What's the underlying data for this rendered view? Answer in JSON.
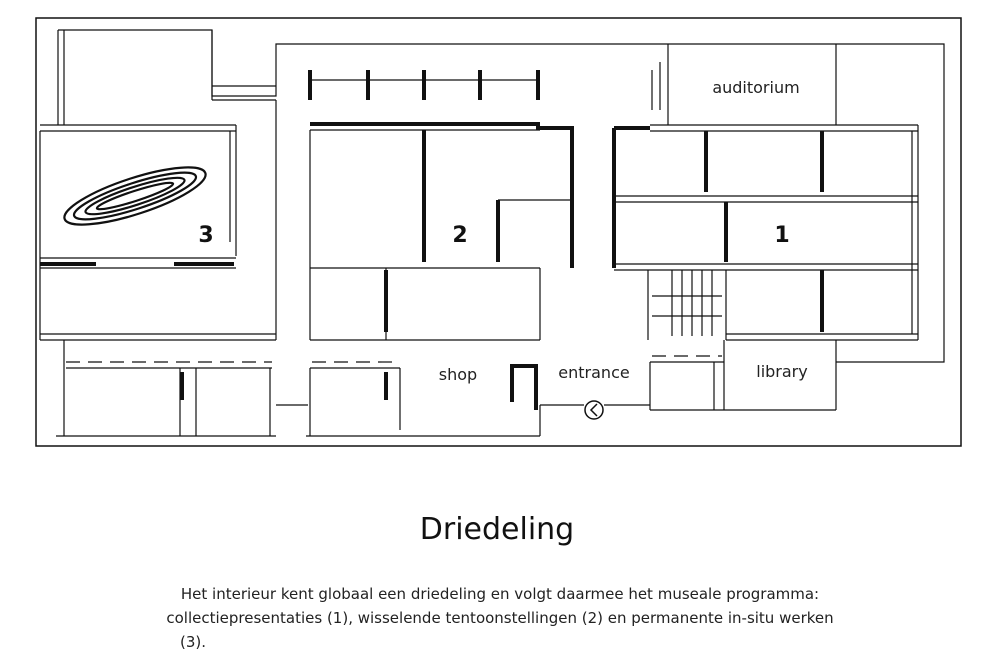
{
  "plan": {
    "labels": {
      "auditorium": "auditorium",
      "shop": "shop",
      "entrance": "entrance",
      "library": "library"
    },
    "zones": {
      "one": "1",
      "two": "2",
      "three": "3"
    }
  },
  "caption": {
    "title": "Driedeling",
    "line1": "Het interieur kent globaal een driedeling en volgt daarmee het museale programma:",
    "line2": "collectiepresentaties (1), wisselende tentoonstellingen (2) en permanente in-situ werken",
    "line3": "(3)."
  },
  "colors": {
    "wall": "#111111",
    "background": "#ffffff"
  }
}
